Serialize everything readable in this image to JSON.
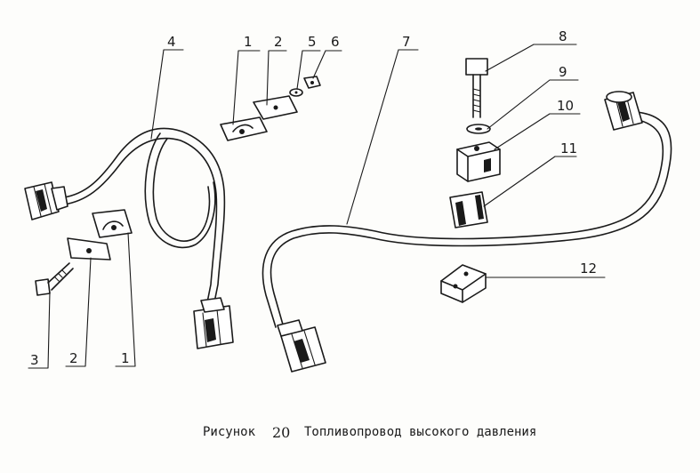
{
  "caption": {
    "prefix": "Рисунок",
    "number": "20",
    "title": "Топливопровод высокого давления"
  },
  "callouts": [
    "1",
    "2",
    "5",
    "6",
    "4",
    "7",
    "8",
    "9",
    "10",
    "11",
    "12",
    "3",
    "2",
    "1"
  ]
}
